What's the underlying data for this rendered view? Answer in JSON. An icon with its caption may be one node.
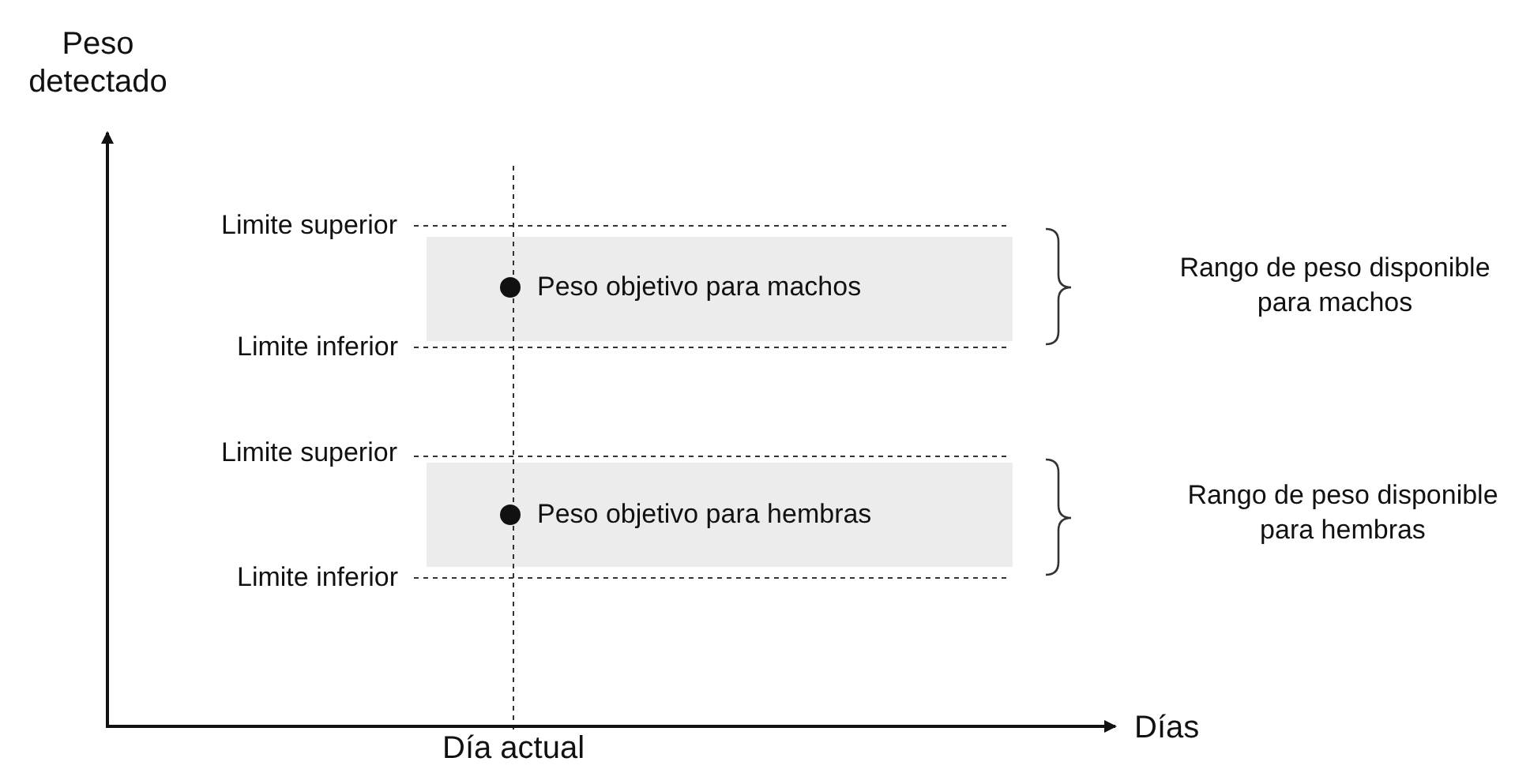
{
  "diagram": {
    "labels": [
      "Peso detectado",
      "Limite superior",
      "Peso objetivo para machos",
      "Rango de peso disponible para machos",
      "Limite inferior",
      "Limite superior",
      "Peso objetivo para hembras",
      "Rango de peso disponible para hembras",
      "Limite inferior",
      "Días",
      "Día actual"
    ]
  }
}
